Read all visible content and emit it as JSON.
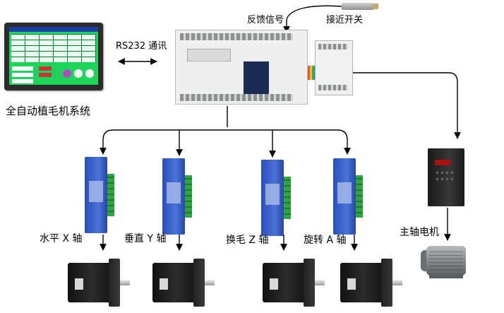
{
  "title": "全自动植毛机系统",
  "link_label": "RS232 通讯",
  "feedback_label": "反馈信号",
  "sensor_label": "接近开关",
  "spindle_label": "主轴电机",
  "axes": [
    {
      "label": "水平 X 轴"
    },
    {
      "label": "垂直 Y 轴"
    },
    {
      "label": "换毛 Z 轴"
    },
    {
      "label": "旋转 A 轴"
    }
  ],
  "colors": {
    "wire": "#000000",
    "hmi_screen": "#1fd45a",
    "driver_blue": "#3a60c8",
    "driver_terminal": "#2fa644"
  },
  "icons": {
    "hmi": "touch-screen-icon",
    "plc": "plc-controller-icon",
    "ext": "expansion-module-icon",
    "sensor": "proximity-sensor-icon",
    "driver": "stepper-driver-icon",
    "motor": "stepper-motor-icon",
    "inverter": "frequency-inverter-icon",
    "spindle": "spindle-motor-icon"
  }
}
